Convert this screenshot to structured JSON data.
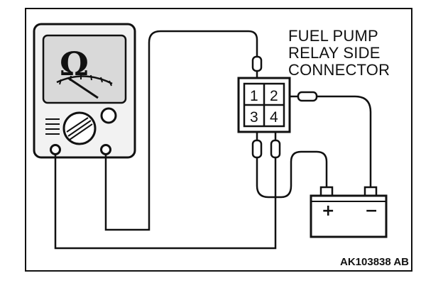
{
  "title_lines": [
    "FUEL PUMP",
    "RELAY SIDE",
    "CONNECTOR"
  ],
  "connector": {
    "pins": [
      "1",
      "2",
      "3",
      "4"
    ]
  },
  "meter": {
    "unit_symbol": "Ω"
  },
  "battery": {
    "positive_symbol": "+",
    "negative_symbol": "−"
  },
  "figure_code": "AK103838 AB",
  "colors": {
    "ink": "#111111",
    "background": "#ffffff",
    "meter_body": "#f2f2f2",
    "meter_window": "#d9d9d9"
  },
  "icons": {
    "meter": "ohmmeter-icon",
    "battery": "battery-icon",
    "connector": "relay-connector-icon"
  }
}
